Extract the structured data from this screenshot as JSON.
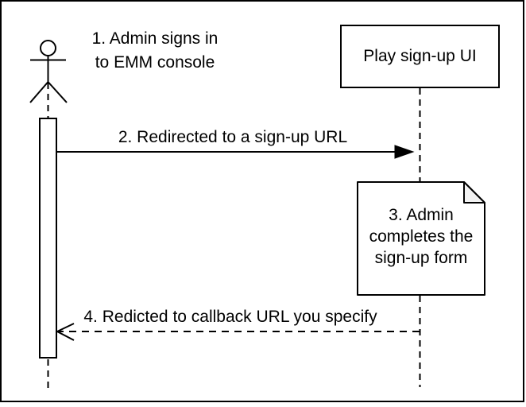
{
  "colors": {
    "stroke": "#000000",
    "background": "#ffffff",
    "note_fill": "#ffffff",
    "note_fold_fill": "#f2f2f2"
  },
  "participants": {
    "play_signup_ui": {
      "label": "Play sign-up UI"
    }
  },
  "messages": {
    "step1": {
      "lines": [
        "1. Admin signs in",
        "to EMM console"
      ]
    },
    "step2": {
      "label": "2. Redirected to a sign-up URL"
    },
    "step3": {
      "lines": [
        "3. Admin",
        "completes the",
        "sign-up form"
      ]
    },
    "step4": {
      "label": "4. Redicted to callback URL you specify"
    }
  }
}
